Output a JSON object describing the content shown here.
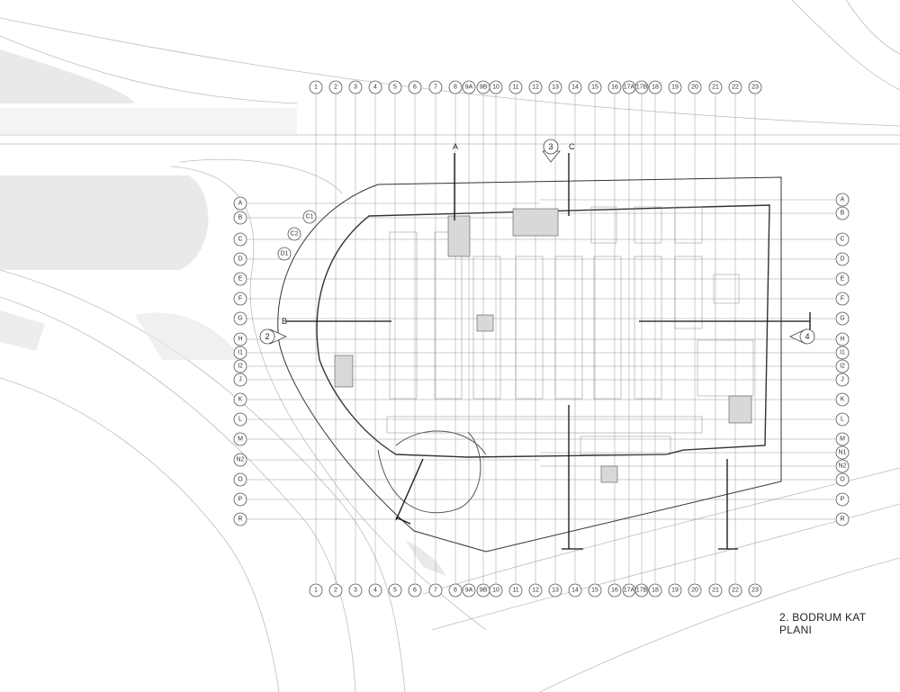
{
  "title": "2. BODRUM KAT PLANI",
  "column_axes": [
    "1",
    "2",
    "3",
    "4",
    "5",
    "6",
    "7",
    "8",
    "9A",
    "9B",
    "10",
    "11",
    "12",
    "13",
    "14",
    "15",
    "16",
    "17A",
    "17B",
    "18",
    "19",
    "20",
    "21",
    "22",
    "23"
  ],
  "row_axes_left": [
    "A",
    "B",
    "C",
    "D",
    "E",
    "F",
    "G",
    "H",
    "I1",
    "I2",
    "J",
    "K",
    "L",
    "M",
    "N2",
    "O",
    "P",
    "R"
  ],
  "row_axes_right": [
    "A",
    "B",
    "C",
    "D",
    "E",
    "F",
    "G",
    "H",
    "I1",
    "I2",
    "J",
    "K",
    "L",
    "M",
    "N1",
    "N2",
    "O",
    "P",
    "R"
  ],
  "curve_axes": [
    "C1",
    "C2",
    "D1"
  ],
  "section_markers": {
    "sec_a": "A",
    "sec_b": "B",
    "sec_c": "C",
    "sec_2": "2",
    "sec_3": "3",
    "sec_4": "4"
  }
}
